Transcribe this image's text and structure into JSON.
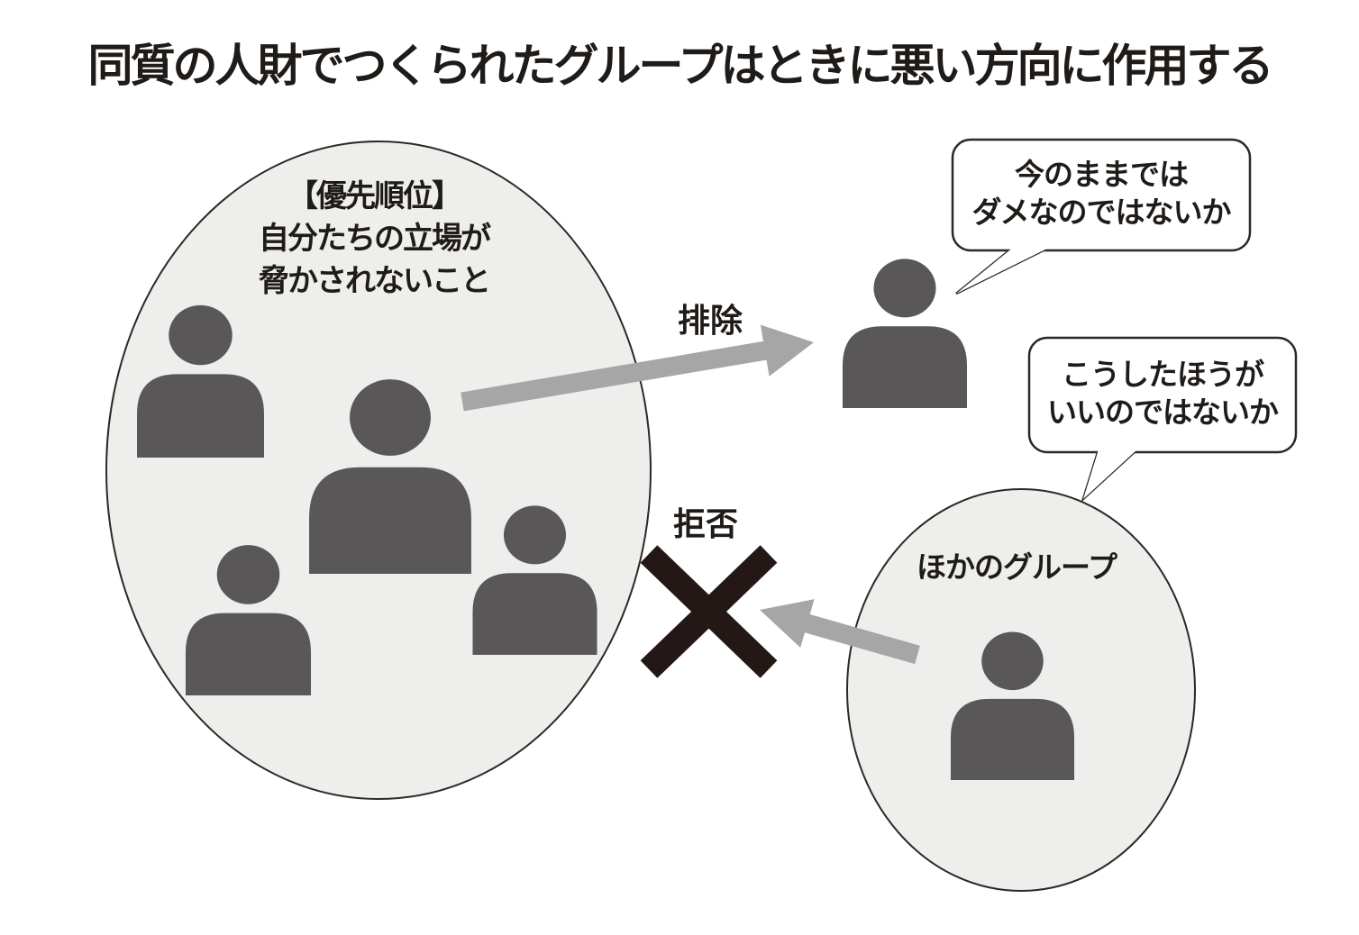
{
  "title": "同質の人財でつくられたグループはときに悪い方向に作用する",
  "main_group": {
    "priority_lines": [
      "【優先順位】",
      "自分たちの立場が",
      "脅かされないこと"
    ],
    "member_count": 4
  },
  "labels": {
    "exclude": "排除",
    "reject": "拒否"
  },
  "other_group": {
    "label": "ほかのグループ",
    "member_count": 1
  },
  "bubbles": {
    "excluded_person": {
      "line1": "今のままでは",
      "line2": "ダメなのではないか"
    },
    "other_group": {
      "line1": "こうしたほうが",
      "line2": "いいのではないか"
    }
  },
  "colors": {
    "background": "#ffffff",
    "group_fill": "#eeeeed",
    "outline": "#2f2725",
    "person": "#595757",
    "arrow": "#a6a6a6",
    "x_mark": "#231815",
    "text": "#1f1b18"
  }
}
